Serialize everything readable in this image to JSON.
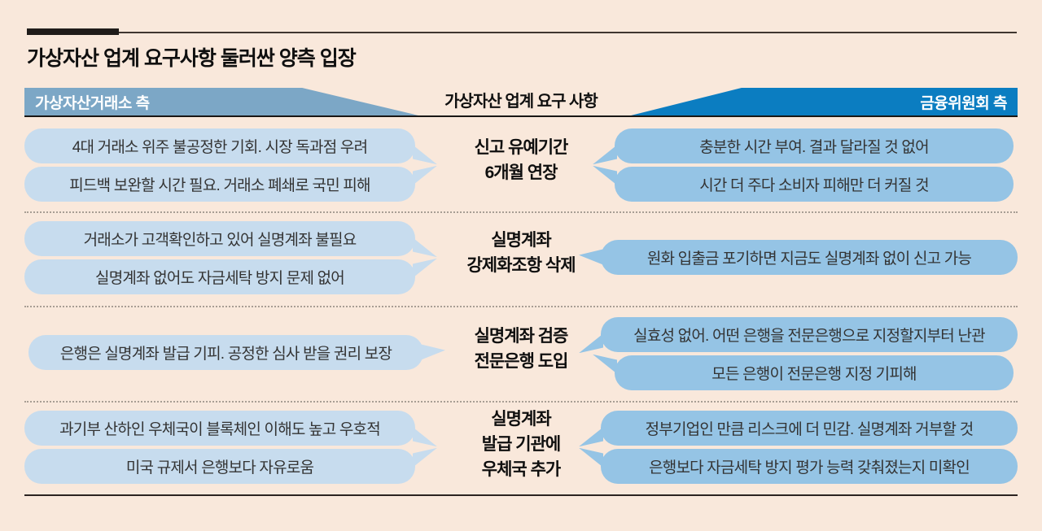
{
  "title": "가상자산 업계 요구사항 둘러싼 양측 입장",
  "header": {
    "left_label": "가상자산거래소 측",
    "center_label": "가상자산 업계 요구 사항",
    "right_label": "금융위원회 측"
  },
  "colors": {
    "background": "#f9e8db",
    "left_band": "#7ca7c6",
    "right_band": "#0b7dc1",
    "left_bubble": "#c7dcee",
    "right_bubble": "#95c4e5"
  },
  "sections": [
    {
      "topic_lines": [
        "신고 유예기간",
        "6개월 연장"
      ],
      "left": [
        "4대 거래소 위주 불공정한 기회. 시장 독과점 우려",
        "피드백 보완할 시간 필요. 거래소 폐쇄로 국민 피해"
      ],
      "right": [
        "충분한 시간 부여. 결과 달라질 것 없어",
        "시간 더 주다 소비자 피해만 더 커질 것"
      ]
    },
    {
      "topic_lines": [
        "실명계좌",
        "강제화조항 삭제"
      ],
      "left": [
        "거래소가 고객확인하고 있어 실명계좌 불필요",
        "실명계좌 없어도 자금세탁 방지 문제 없어"
      ],
      "right": [
        "원화 입출금 포기하면 지금도 실명계좌 없이 신고 가능"
      ]
    },
    {
      "topic_lines": [
        "실명계좌 검증",
        "전문은행 도입"
      ],
      "left": [
        "은행은 실명계좌 발급 기피. 공정한 심사 받을 권리 보장"
      ],
      "right": [
        "실효성 없어. 어떤 은행을 전문은행으로 지정할지부터 난관",
        "모든 은행이 전문은행 지정 기피해"
      ]
    },
    {
      "topic_lines": [
        "실명계좌",
        "발급 기관에",
        "우체국 추가"
      ],
      "left": [
        "과기부 산하인 우체국이 블록체인 이해도 높고 우호적",
        "미국 규제서 은행보다 자유로움"
      ],
      "right": [
        "정부기업인 만큼 리스크에 더 민감. 실명계좌 거부할 것",
        "은행보다 자금세탁 방지 평가 능력 갖춰졌는지 미확인"
      ]
    }
  ]
}
